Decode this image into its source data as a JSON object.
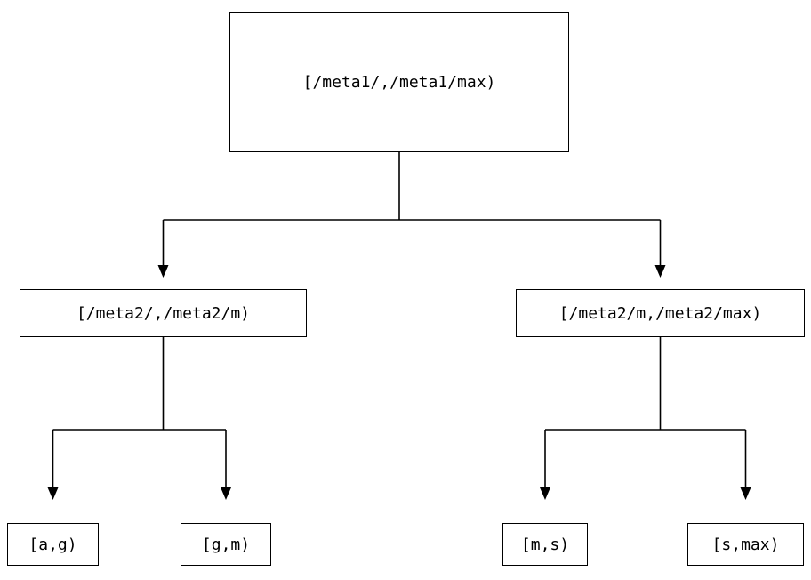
{
  "tree": {
    "root": {
      "label": "[/meta1/,/meta1/max)"
    },
    "level2": [
      {
        "label": "[/meta2/,/meta2/m)"
      },
      {
        "label": "[/meta2/m,/meta2/max)"
      }
    ],
    "leaves": [
      {
        "label": "[a,g)"
      },
      {
        "label": "[g,m)"
      },
      {
        "label": "[m,s)"
      },
      {
        "label": "[s,max)"
      }
    ]
  },
  "colors": {
    "line": "#000000",
    "box_border": "#000000",
    "background": "#ffffff",
    "text": "#000000"
  }
}
